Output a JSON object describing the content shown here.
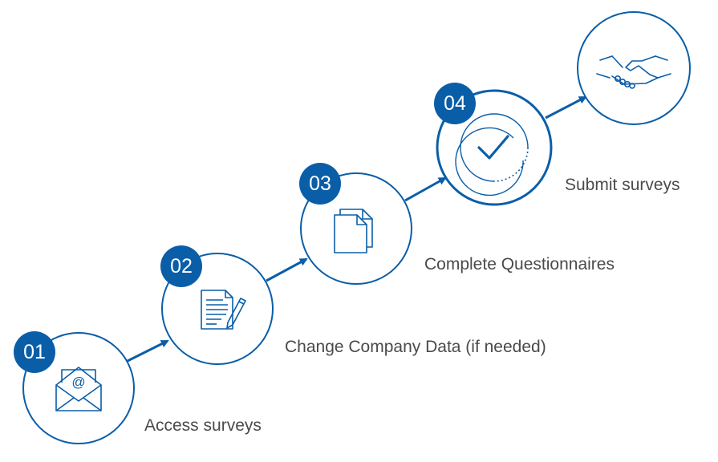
{
  "accent_color": "#0a5ea8",
  "text_color": "#4a4a4a",
  "steps": [
    {
      "number": "01",
      "label": "Access surveys",
      "icon": "email-envelope-icon"
    },
    {
      "number": "02",
      "label": "Change Company Data (if needed)",
      "icon": "document-edit-icon"
    },
    {
      "number": "03",
      "label": "Complete Questionnaires",
      "icon": "documents-icon"
    },
    {
      "number": "04",
      "label": "Submit surveys",
      "icon": "checkmark-icon"
    }
  ],
  "final_icon": "handshake-icon"
}
